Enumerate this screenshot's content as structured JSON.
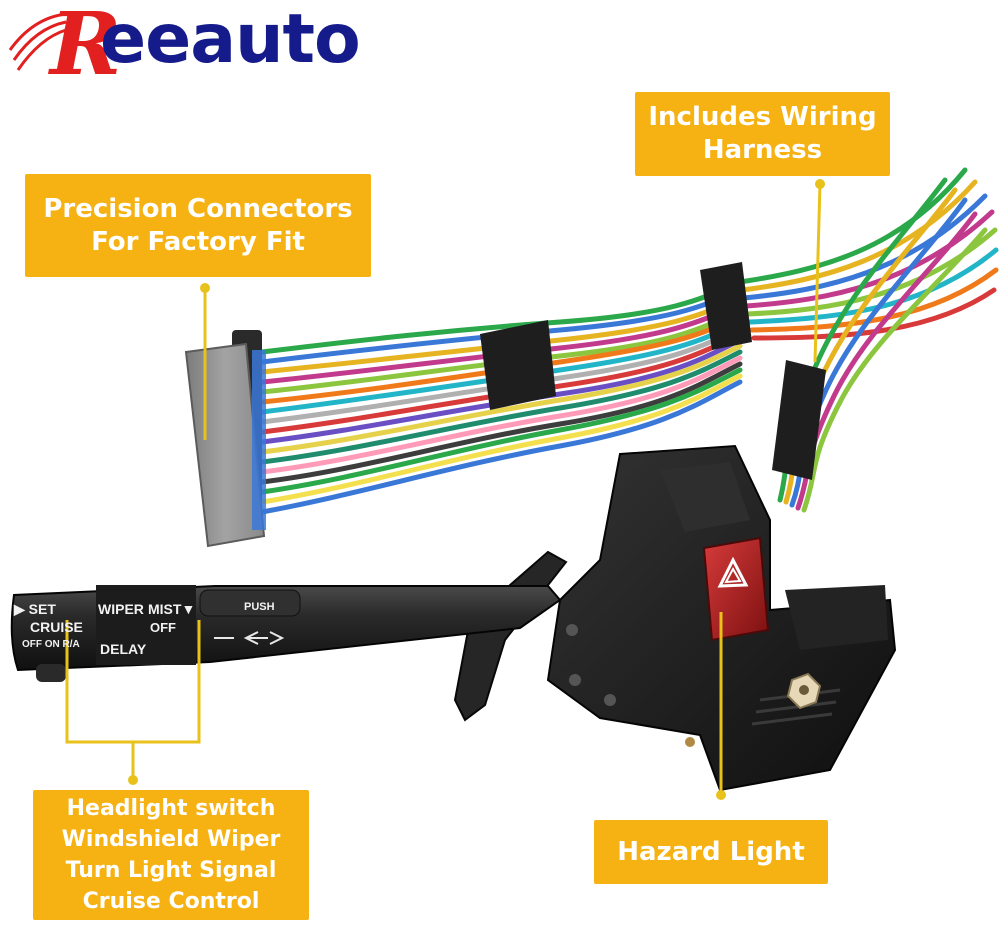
{
  "brand": {
    "initial": "R",
    "rest": "eeauto",
    "primary_color": "#e2201f",
    "secondary_color": "#151b8a"
  },
  "callouts": {
    "wiring": "Includes Wiring\nHarness",
    "connectors": "Precision Connectors\nFor Factory Fit",
    "functions": "Headlight switch\nWindshield Wiper\nTurn Light Signal\nCruise Control",
    "hazard": "Hazard Light"
  },
  "lever_labels": {
    "set": "▶ SET",
    "cruise": "CRUISE",
    "offonra": "OFF ON R/A",
    "wiper": "WIPER",
    "delay": "DELAY",
    "mist": "MIST▼",
    "off": "OFF",
    "push": "PUSH"
  },
  "colors": {
    "callout": "#f6b112",
    "leader": "#e8c21a",
    "housing": "#1c1c1c",
    "hazard_button": "#b01c1c",
    "connector": "#8f8f8f"
  }
}
